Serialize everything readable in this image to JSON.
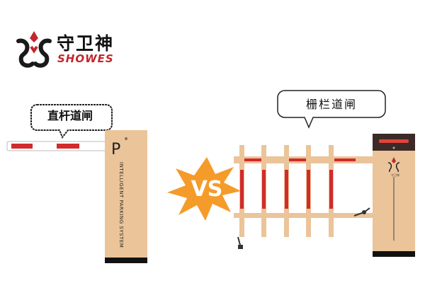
{
  "brand": {
    "name_cn": "守卫神",
    "name_en": "SHOWES",
    "colors": {
      "red": "#c1272d",
      "dark": "#1a1a1a"
    }
  },
  "left_gate": {
    "label": "直杆道闸",
    "cabinet_letter": "P",
    "cabinet_text": "INTELLIGENT PARKING SYSTEM",
    "cabinet_color": "#ebc49a",
    "arm_stripe_color": "#d12b2b"
  },
  "right_gate": {
    "label": "栅栏道闸",
    "cabinet_color": "#ebc49a",
    "bar_color": "#d12b2b",
    "logo_text": "守卫神"
  },
  "versus": {
    "text": "VS",
    "burst_color": "#f59b2a"
  }
}
